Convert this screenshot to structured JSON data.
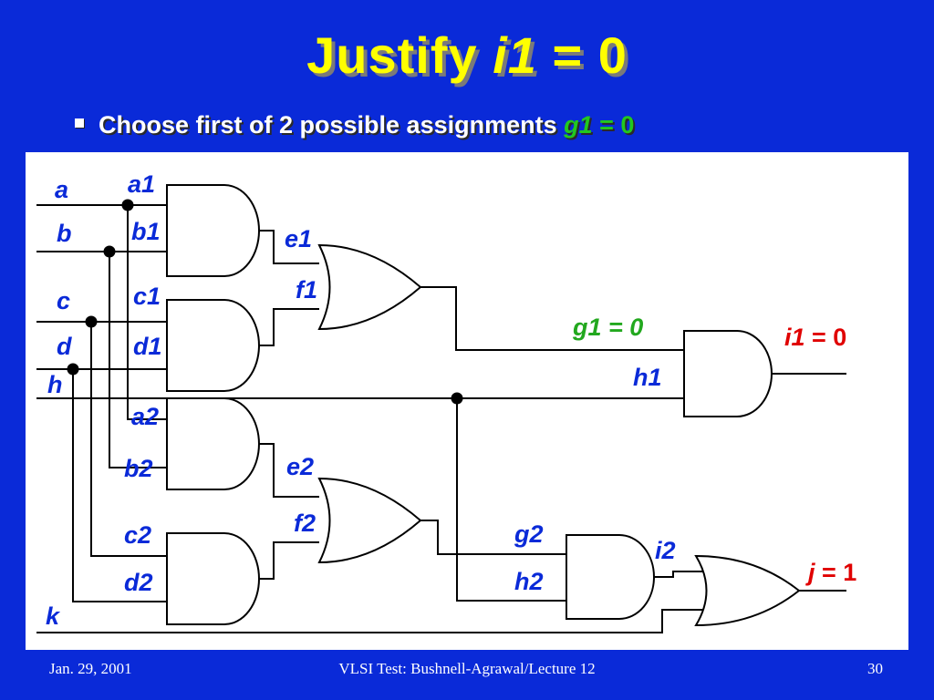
{
  "slide": {
    "title_prefix": "Justify ",
    "title_var": "i1",
    "title_suffix": " = 0",
    "bullet_text": "Choose first of 2 possible assignments ",
    "bullet_var": "g1",
    "bullet_suffix": " = 0"
  },
  "diagram": {
    "inputs": [
      "a",
      "b",
      "c",
      "d",
      "h",
      "k"
    ],
    "branch_labels": {
      "a1": "a1",
      "b1": "b1",
      "c1": "c1",
      "d1": "d1",
      "a2": "a2",
      "b2": "b2",
      "c2": "c2",
      "d2": "d2",
      "e1": "e1",
      "f1": "f1",
      "e2": "e2",
      "f2": "f2",
      "h1": "h1",
      "h2": "h2",
      "g2": "g2",
      "i2": "i2"
    },
    "g1_assign": "g1 = 0",
    "i1_var": "i1",
    "i1_val": " = 0",
    "j_var": "j",
    "j_val": " = 1"
  },
  "footer": {
    "date": "Jan. 29, 2001",
    "course": "VLSI Test: Bushnell-Agrawal/Lecture 12",
    "page": "30"
  },
  "colors": {
    "background": "#0a2ad8",
    "title": "#ffff00",
    "green": "#22a81e",
    "red": "#e00000"
  }
}
